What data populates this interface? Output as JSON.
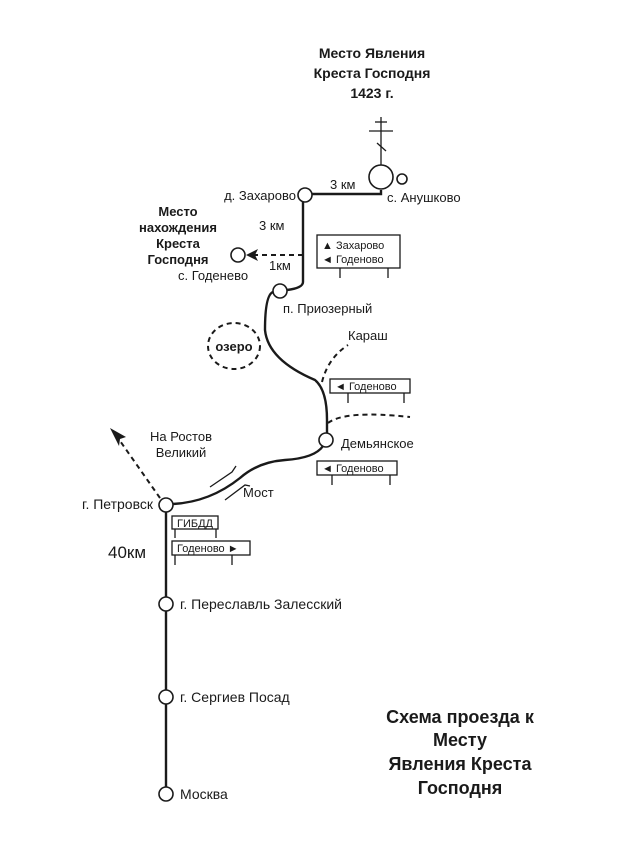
{
  "map": {
    "site_title": [
      "Место Явления",
      "Креста Господня",
      "1423 г."
    ],
    "find_place_title": [
      "Место",
      "нахождения",
      "Креста",
      "Господня"
    ],
    "scheme_title": [
      "Схема проезда к",
      "Месту",
      "Явления Креста",
      "Господня"
    ],
    "places": {
      "zakharovo": "д. Захарово",
      "anushkovo": "с. Анушково",
      "godenevo": "с. Годенево",
      "priozerny": "п. Приозерный",
      "karash": "Караш",
      "demyanskoye": "Демьянское",
      "petrovsk": "г. Петровск",
      "pereslavl": "г. Переславль Залесский",
      "sergiev_posad": "г. Сергиев Посад",
      "moskva": "Москва"
    },
    "distances": {
      "zakharovo_anushkovo": "3 км",
      "priozerny_zakharovo": "3 км",
      "to_godenevo": "1км",
      "moskva_petrovsk": "40км"
    },
    "lake": "озеро",
    "bridge": "Мост",
    "rostov": [
      "На Ростов",
      "Великий"
    ],
    "signs": {
      "zakharovo_up": "▲ Захарово",
      "godenevo_left_1": "◄ Годеново",
      "godenevo_left_2": "◄ Годеново",
      "godenevo_left_3": "◄ Годеново",
      "gibdd": "ГИБДД",
      "godenevo_right": "Годеново ►"
    }
  }
}
